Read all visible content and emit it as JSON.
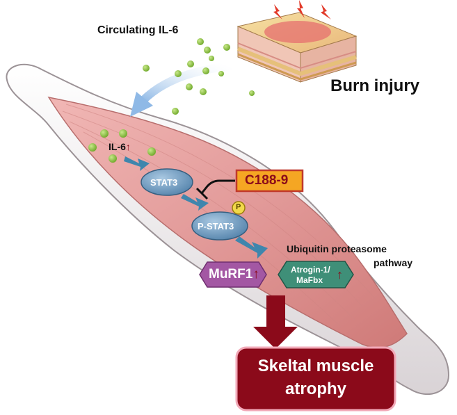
{
  "labels": {
    "circulating": "Circulating IL-6",
    "burn": "Burn injury",
    "il6": "IL-6",
    "stat3": "STAT3",
    "p_badge": "P",
    "pstat3": "P-STAT3",
    "inhibitor": "C188-9",
    "ups_line1": "Ubiquitin proteasome",
    "ups_line2": "pathway",
    "murf1": "MuRF1",
    "atrogin_line1": "Atrogin-1/",
    "atrogin_line2": "MaFbx",
    "outcome_line1": "Skeltal muscle",
    "outcome_line2": "atrophy"
  },
  "colors": {
    "muscle": "#e29a99",
    "muscle_dark": "#c9716f",
    "tendon": "#f0ecee",
    "il6_dot": "#8ec63f",
    "stat3": "#7ea6c8",
    "arrow_blue": "#3f86ad",
    "inhibitor_fill": "#f5a623",
    "inhibitor_border": "#c0392b",
    "murf1": "#a357a3",
    "atrogin": "#3f8f78",
    "outcome": "#8b0a1a",
    "up_arrow": "#8b0a1a"
  },
  "icons": [
    "up-arrow-icon",
    "lightning-icon",
    "phosphate-badge",
    "inhibition-bar"
  ]
}
